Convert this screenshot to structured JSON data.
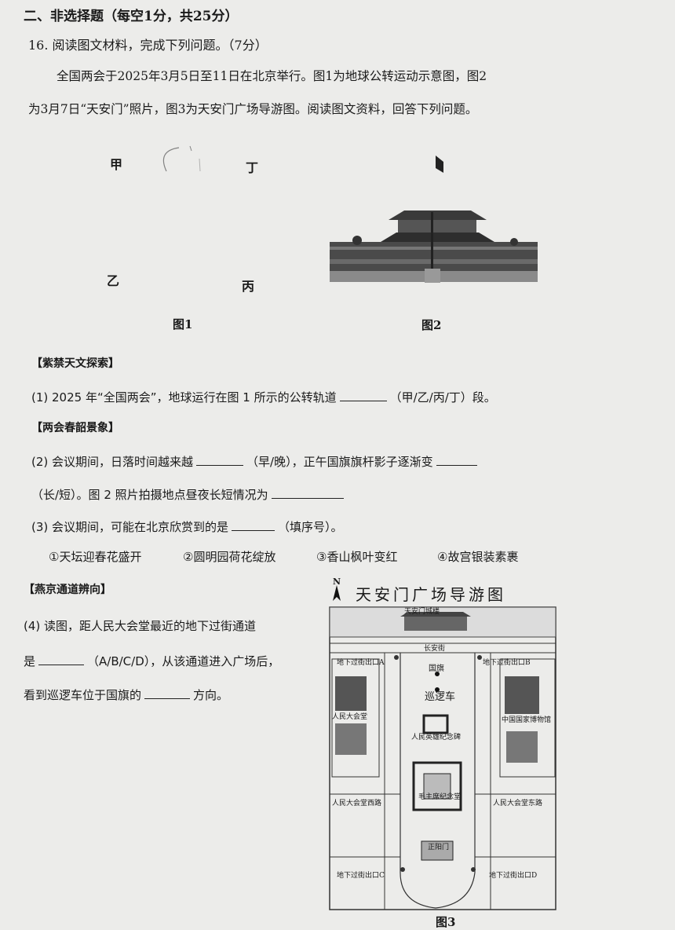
{
  "section_title": "二、非选择题（每空1分，共25分）",
  "question": {
    "number_title": "16. 阅读图文材料，完成下列问题。（7分）",
    "intro_line1": "全国两会于2025年3月5日至11日在北京举行。图1为地球公转运动示意图，图2",
    "intro_line2": "为3月7日“天安门”照片，图3为天安门广场导游图。阅读图文资料，回答下列问题。"
  },
  "figure1": {
    "label_jia": "甲",
    "label_ding": "丁",
    "label_yi": "乙",
    "label_bing": "丙",
    "caption": "图1"
  },
  "figure2": {
    "caption": "图2"
  },
  "sections": {
    "astro": "【紫禁天文探索】",
    "scenery": "【两会春韶景象】",
    "passage": "【燕京通道辨向】"
  },
  "q1": {
    "before": "(1) 2025 年“全国两会”，地球运行在图 1 所示的公转轨道",
    "after": "（甲/乙/丙/丁）段。"
  },
  "q2": {
    "part1": "(2) 会议期间，日落时间越来越",
    "part2": "（早/晚），正午国旗旗杆影子逐渐变",
    "line2a": "（长/短）。图 2 照片拍摄地点昼夜长短情况为"
  },
  "q3": {
    "text": "(3) 会议期间，可能在北京欣赏到的是",
    "after": "（填序号）。",
    "options": [
      "①天坛迎春花盛开",
      "②圆明园荷花绽放",
      "③香山枫叶变红",
      "④故宫银装素裹"
    ]
  },
  "q4": {
    "line1": "(4) 读图，距人民大会堂最近的地下过街通道",
    "line2a": "是",
    "line2b": "（A/B/C/D），从该通道进入广场后，",
    "line3a": "看到巡逻车位于国旗的",
    "line3b": "方向。"
  },
  "figure3": {
    "north": "N",
    "title": "天安门广场导游图",
    "gate": "天安门城楼",
    "street": "长安街",
    "passage_a": "地下过街出口A",
    "passage_b": "地下过街出口B",
    "flag": "国旗",
    "patrol": "巡逻车",
    "monument": "人民英雄纪念碑",
    "hall_great": "人民大会堂",
    "museum": "中国国家博物馆",
    "mausoleum": "毛主席纪念堂",
    "west_street": "人民大会堂西路",
    "east_street": "人民大会堂东路",
    "qianmen": "正阳门",
    "passage_c": "地下过街出口C",
    "passage_d": "地下过街出口D",
    "caption": "图3"
  }
}
